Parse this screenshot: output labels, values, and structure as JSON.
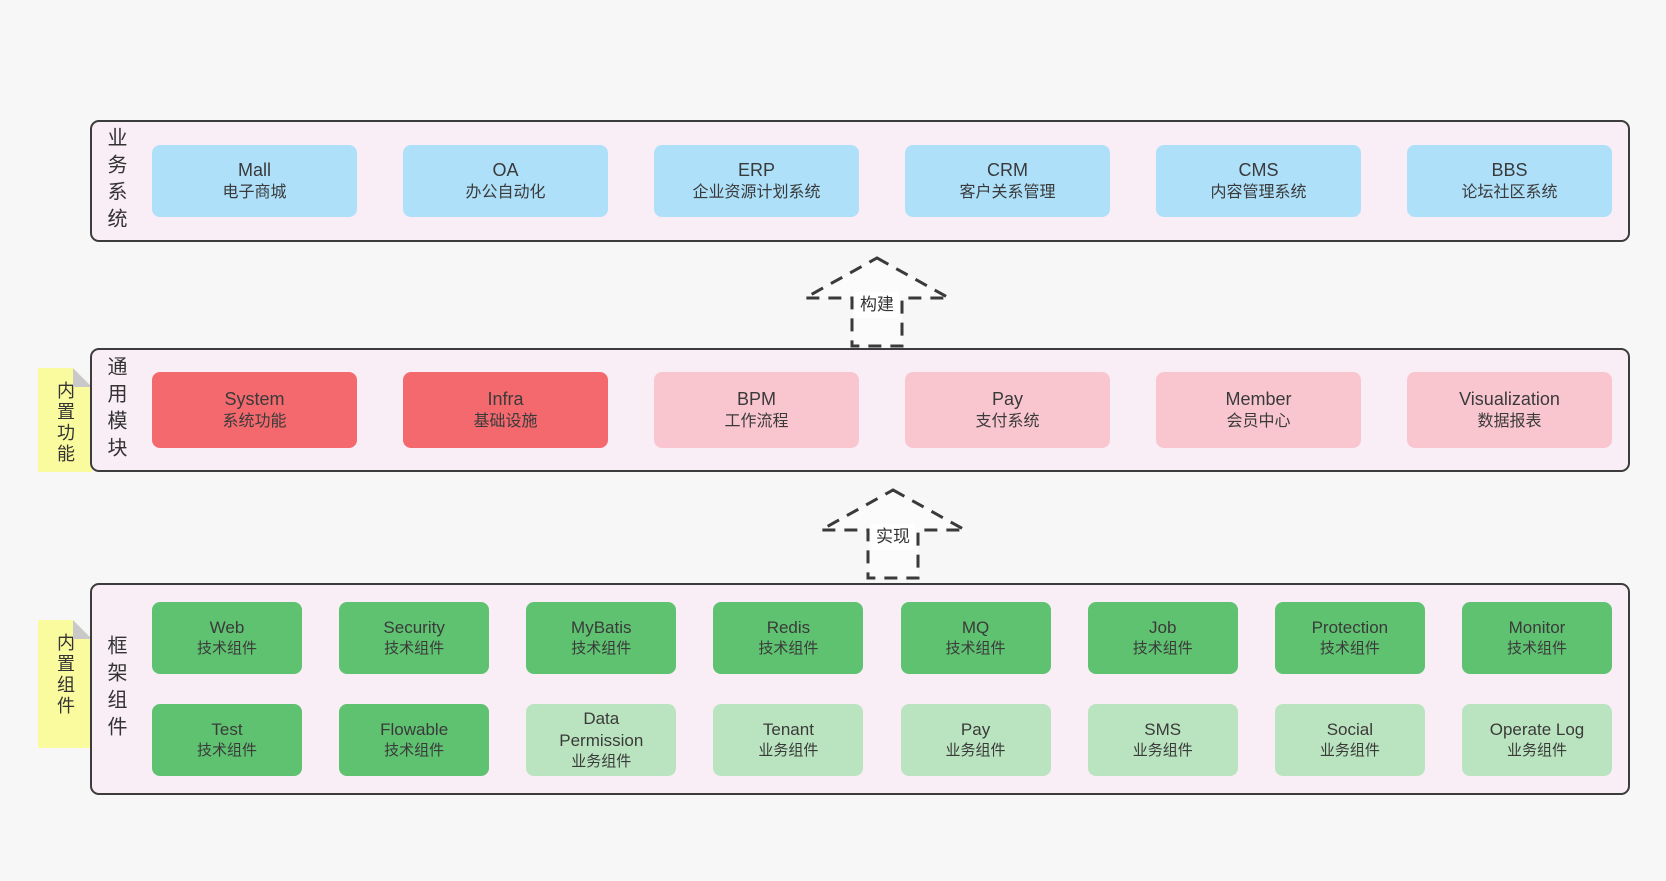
{
  "colors": {
    "page_bg": "#f7f7f7",
    "section_bg": "#f9edf6",
    "section_border": "#3c3c3c",
    "blue_box": "#aee0fa",
    "red_box": "#f4696e",
    "pink_box": "#f9c6d0",
    "green_box": "#5fc271",
    "light_green_box": "#bae4bf",
    "note_yellow": "#fafa9e"
  },
  "arrows": [
    {
      "label": "构建"
    },
    {
      "label": "实现"
    }
  ],
  "sections": [
    {
      "id": "business",
      "label": "业务系统",
      "boxes": [
        {
          "name": "Mall",
          "desc": "电子商城",
          "variant": "blue"
        },
        {
          "name": "OA",
          "desc": "办公自动化",
          "variant": "blue"
        },
        {
          "name": "ERP",
          "desc": "企业资源计划系统",
          "variant": "blue"
        },
        {
          "name": "CRM",
          "desc": "客户关系管理",
          "variant": "blue"
        },
        {
          "name": "CMS",
          "desc": "内容管理系统",
          "variant": "blue"
        },
        {
          "name": "BBS",
          "desc": "论坛社区系统",
          "variant": "blue"
        }
      ]
    },
    {
      "id": "modules",
      "label": "通用模块",
      "note": "内置功能",
      "boxes": [
        {
          "name": "System",
          "desc": "系统功能",
          "variant": "red"
        },
        {
          "name": "Infra",
          "desc": "基础设施",
          "variant": "red"
        },
        {
          "name": "BPM",
          "desc": "工作流程",
          "variant": "pink"
        },
        {
          "name": "Pay",
          "desc": "支付系统",
          "variant": "pink"
        },
        {
          "name": "Member",
          "desc": "会员中心",
          "variant": "pink"
        },
        {
          "name": "Visualization",
          "desc": "数据报表",
          "variant": "pink"
        }
      ]
    },
    {
      "id": "framework",
      "label": "框架组件",
      "note": "内置组件",
      "rows": [
        [
          {
            "name": "Web",
            "desc": "技术组件",
            "variant": "green"
          },
          {
            "name": "Security",
            "desc": "技术组件",
            "variant": "green"
          },
          {
            "name": "MyBatis",
            "desc": "技术组件",
            "variant": "green"
          },
          {
            "name": "Redis",
            "desc": "技术组件",
            "variant": "green"
          },
          {
            "name": "MQ",
            "desc": "技术组件",
            "variant": "green"
          },
          {
            "name": "Job",
            "desc": "技术组件",
            "variant": "green"
          },
          {
            "name": "Protection",
            "desc": "技术组件",
            "variant": "green"
          },
          {
            "name": "Monitor",
            "desc": "技术组件",
            "variant": "green"
          }
        ],
        [
          {
            "name": "Test",
            "desc": "技术组件",
            "variant": "green"
          },
          {
            "name": "Flowable",
            "desc": "技术组件",
            "variant": "green"
          },
          {
            "name": "Data Permission",
            "desc": "业务组件",
            "variant": "lightgreen"
          },
          {
            "name": "Tenant",
            "desc": "业务组件",
            "variant": "lightgreen"
          },
          {
            "name": "Pay",
            "desc": "业务组件",
            "variant": "lightgreen"
          },
          {
            "name": "SMS",
            "desc": "业务组件",
            "variant": "lightgreen"
          },
          {
            "name": "Social",
            "desc": "业务组件",
            "variant": "lightgreen"
          },
          {
            "name": "Operate Log",
            "desc": "业务组件",
            "variant": "lightgreen"
          }
        ]
      ]
    }
  ]
}
